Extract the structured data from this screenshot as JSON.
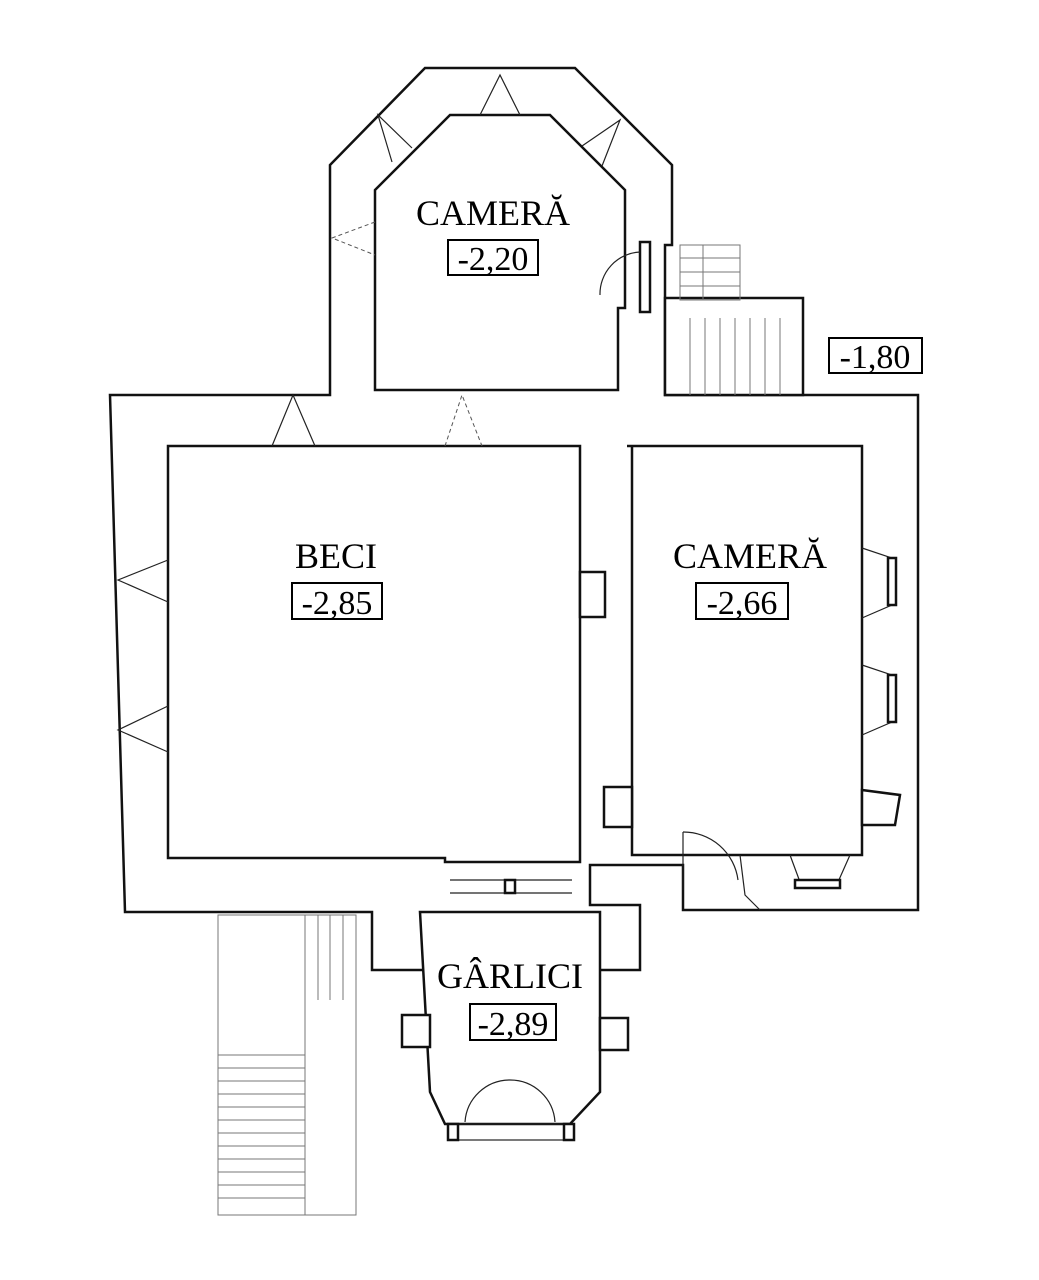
{
  "rooms": [
    {
      "name": "CAMERĂ",
      "level": "-2,20"
    },
    {
      "name": "BECI",
      "level": "-2,85"
    },
    {
      "name": "CAMERĂ",
      "level": "-2,66"
    },
    {
      "name": "GÂRLICI",
      "level": "-2,89"
    }
  ],
  "exterior_level": "-1,80"
}
